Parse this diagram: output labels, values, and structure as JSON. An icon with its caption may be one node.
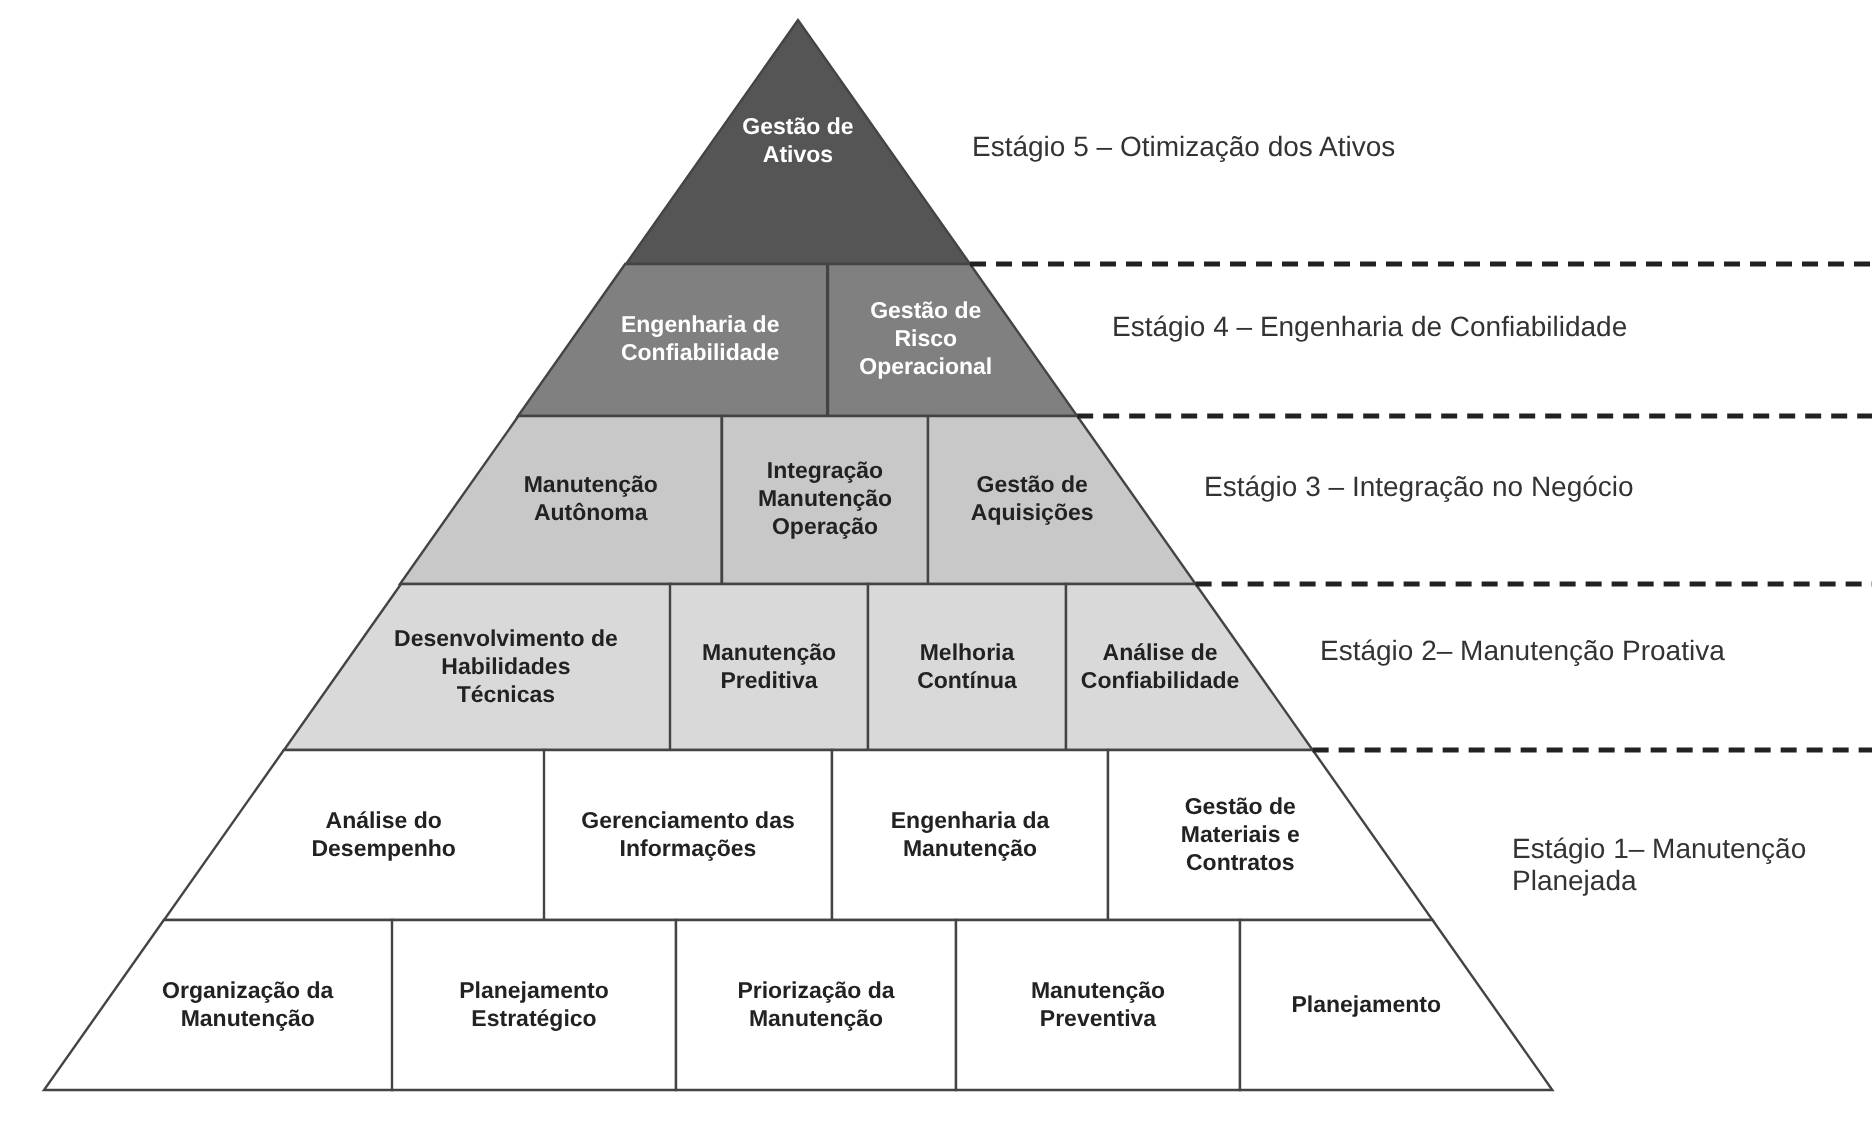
{
  "diagram": {
    "nodes": [
      {
        "text": [
          "Gestão de Ativos"
        ]
      },
      {
        "text": [
          "Engenharia de Confiabilidade"
        ]
      },
      {
        "text": [
          "Gestão de Risco Operacional"
        ]
      },
      {
        "text": [
          "Manutenção Autônoma"
        ]
      },
      {
        "text": [
          "Integração Manutenção Operação"
        ]
      },
      {
        "text": [
          "Gestão de Aquisições"
        ]
      },
      {
        "text": [
          "Desenvolvimento de Habilidades Técnicas"
        ]
      },
      {
        "text": [
          "Manutenção Preditiva"
        ]
      },
      {
        "text": [
          "Melhoria Contínua"
        ]
      },
      {
        "text": [
          "Análise de Confiabilidade"
        ]
      },
      {
        "text": [
          "Análise do Desempenho"
        ]
      },
      {
        "text": [
          "Gerenciamento das Informações"
        ]
      },
      {
        "text": [
          "Engenharia da Manutenção"
        ]
      },
      {
        "text": [
          "Gestão de Materiais e Contratos"
        ]
      },
      {
        "text": [
          "Organização da Manutenção"
        ]
      },
      {
        "text": [
          "Planejamento Estratégico"
        ]
      },
      {
        "text": [
          "Priorização da Manutenção"
        ]
      },
      {
        "text": [
          "Manutenção Preventiva"
        ]
      },
      {
        "text": [
          "Planejamento"
        ]
      }
    ],
    "labels": [
      "Estágio 5 – Otimização dos Ativos",
      "Estágio 4 – Engenharia de Confiabilidade",
      "Estágio 3 – Integração no Negócio",
      "Estágio 2– Manutenção Proativa",
      "Estágio 1– Manutenção Planejada"
    ]
  }
}
